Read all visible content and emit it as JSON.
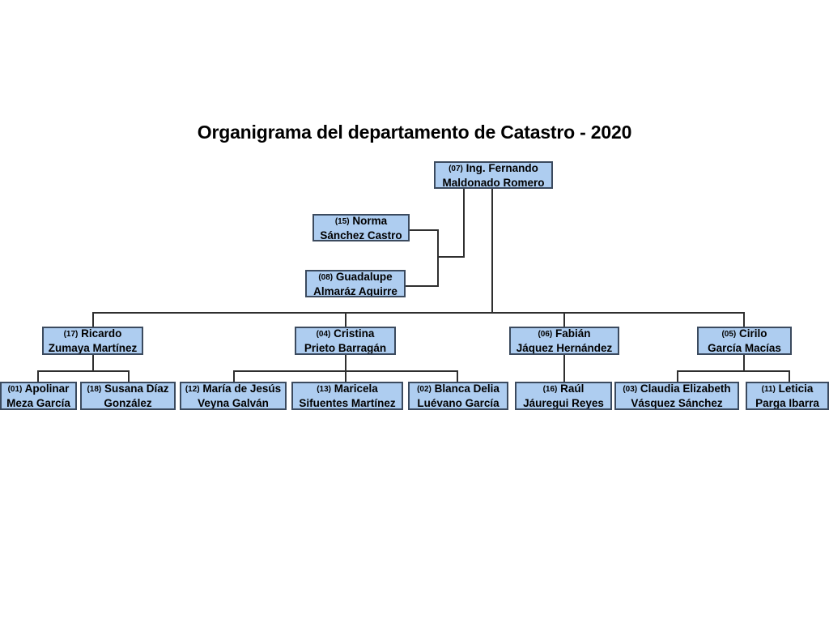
{
  "title": "Organigrama del departamento de Catastro - 2020",
  "palette": {
    "node_fill": "#aecdf0",
    "node_border": "#3b4a5e",
    "connector": "#2f2f2f",
    "background": "#ffffff",
    "text": "#000000"
  },
  "chart_data": {
    "type": "diagram",
    "diagram_type": "organizational-chart",
    "title": "Organigrama del departamento de Catastro - 2020",
    "nodes": [
      {
        "id": "07",
        "code": "(07)",
        "line1": "Ing. Fernando",
        "line2": "Maldonado Romero",
        "level": "director"
      },
      {
        "id": "15",
        "code": "(15)",
        "line1": "Norma",
        "line2": "Sánchez Castro",
        "level": "staff"
      },
      {
        "id": "08",
        "code": "(08)",
        "line1": "Guadalupe",
        "line2": "Almaráz Aguirre",
        "level": "staff"
      },
      {
        "id": "17",
        "code": "(17)",
        "line1": "Ricardo",
        "line2": "Zumaya Martínez",
        "level": "manager"
      },
      {
        "id": "04",
        "code": "(04)",
        "line1": "Cristina",
        "line2": "Prieto Barragán",
        "level": "manager"
      },
      {
        "id": "06",
        "code": "(06)",
        "line1": "Fabián",
        "line2": "Jáquez Hernández",
        "level": "manager"
      },
      {
        "id": "05",
        "code": "(05)",
        "line1": "Cirilo",
        "line2": "García Macías",
        "level": "manager"
      },
      {
        "id": "01",
        "code": "(01)",
        "line1": "Apolinar",
        "line2": "Meza García",
        "level": "staff-member"
      },
      {
        "id": "18",
        "code": "(18)",
        "line1": "Susana Díaz",
        "line2": "González",
        "level": "staff-member"
      },
      {
        "id": "12",
        "code": "(12)",
        "line1": "María de Jesús",
        "line2": "Veyna Galván",
        "level": "staff-member"
      },
      {
        "id": "13",
        "code": "(13)",
        "line1": "Maricela",
        "line2": "Sifuentes Martínez",
        "level": "staff-member"
      },
      {
        "id": "02",
        "code": "(02)",
        "line1": "Blanca Delia",
        "line2": "Luévano García",
        "level": "staff-member"
      },
      {
        "id": "16",
        "code": "(16)",
        "line1": "Raúl",
        "line2": "Jáuregui Reyes",
        "level": "staff-member"
      },
      {
        "id": "03",
        "code": "(03)",
        "line1": "Claudia Elizabeth",
        "line2": "Vásquez Sánchez",
        "level": "staff-member"
      },
      {
        "id": "11",
        "code": "(11)",
        "line1": "Leticia",
        "line2": "Parga Ibarra",
        "level": "staff-member"
      }
    ],
    "edges": [
      {
        "from": "07",
        "to": "15",
        "style": "staff"
      },
      {
        "from": "07",
        "to": "08",
        "style": "staff"
      },
      {
        "from": "07",
        "to": "17",
        "style": "line"
      },
      {
        "from": "07",
        "to": "04",
        "style": "line"
      },
      {
        "from": "07",
        "to": "06",
        "style": "line"
      },
      {
        "from": "07",
        "to": "05",
        "style": "line"
      },
      {
        "from": "17",
        "to": "01",
        "style": "line"
      },
      {
        "from": "17",
        "to": "18",
        "style": "line"
      },
      {
        "from": "04",
        "to": "12",
        "style": "line"
      },
      {
        "from": "04",
        "to": "13",
        "style": "line"
      },
      {
        "from": "04",
        "to": "02",
        "style": "line"
      },
      {
        "from": "06",
        "to": "16",
        "style": "line"
      },
      {
        "from": "05",
        "to": "03",
        "style": "line"
      },
      {
        "from": "05",
        "to": "11",
        "style": "line"
      }
    ]
  }
}
